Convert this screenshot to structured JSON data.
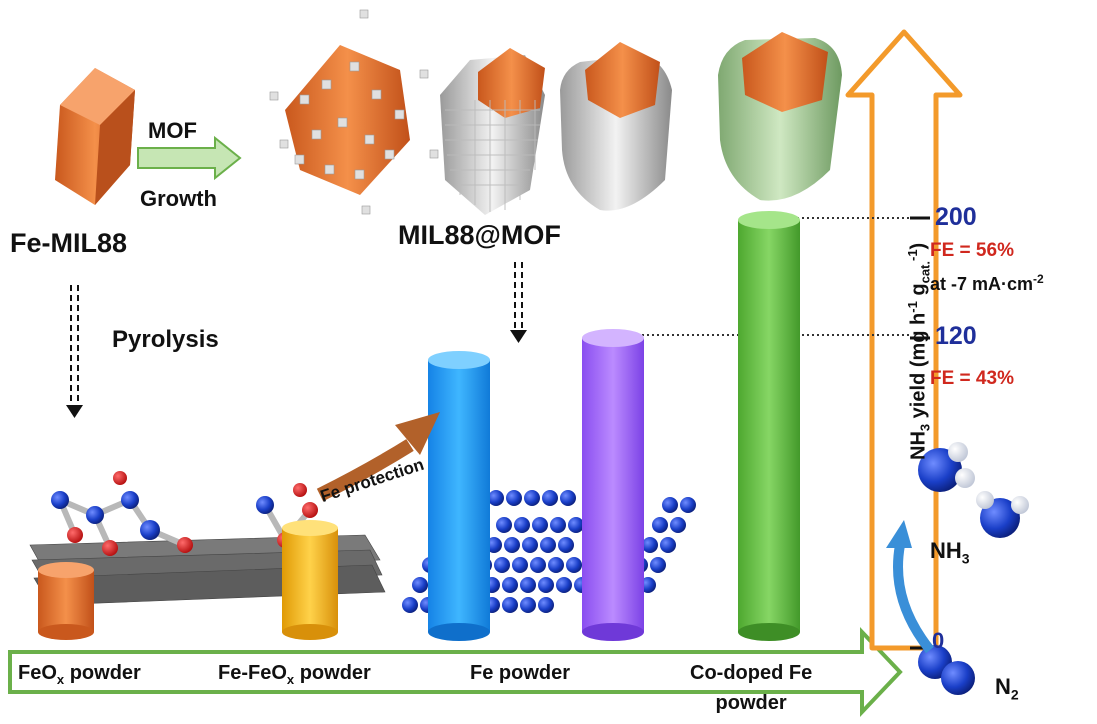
{
  "stages": {
    "precursor": "Fe-MIL88",
    "growth_top": "MOF",
    "growth_bottom": "Growth",
    "core_shell": "MIL88@MOF",
    "pyrolysis": "Pyrolysis",
    "fe_protection": "Fe protection"
  },
  "products": [
    {
      "pre": "FeO",
      "sub": "x",
      "post": " powder",
      "color": "#e57b2a"
    },
    {
      "pre": "Fe-FeO",
      "sub": "x",
      "post": " powder",
      "color": "#f5b914"
    },
    {
      "pre": "Fe powder",
      "sub": "",
      "post": "",
      "color": "#1e9cf0"
    },
    {
      "pre": "",
      "sub": "",
      "post": "",
      "color": "#a065f5"
    },
    {
      "pre": "Co-doped Fe",
      "sub": "",
      "post": "",
      "line2": "powder",
      "color": "#6cc24a"
    }
  ],
  "axis": {
    "label_main_a": "NH",
    "label_sub_a": "3",
    "label_main_b": " yield (mg h",
    "label_sup_b": "-1",
    "label_main_c": " g",
    "label_sub_c": "cat.",
    "label_sup_c": "-1",
    "label_main_d": ")",
    "ticks": [
      {
        "value": "200",
        "note": "FE = 56%",
        "extra": "at -7 mA·cm",
        "extra_sup": "-2"
      },
      {
        "value": "120",
        "note": "FE = 43%"
      },
      {
        "value": "0"
      }
    ]
  },
  "molecules": {
    "nh3_pre": "NH",
    "nh3_sub": "3",
    "n2_pre": "N",
    "n2_sub": "2"
  },
  "colors": {
    "axis_arrow": "#f39a2b",
    "bottom_arrow": "#6bb04a",
    "growth_arrow": "#8cc870",
    "tick_value": "#1f2f9a",
    "fe_note": "#d0281e",
    "molecule_blue": "#1a3fc8"
  }
}
